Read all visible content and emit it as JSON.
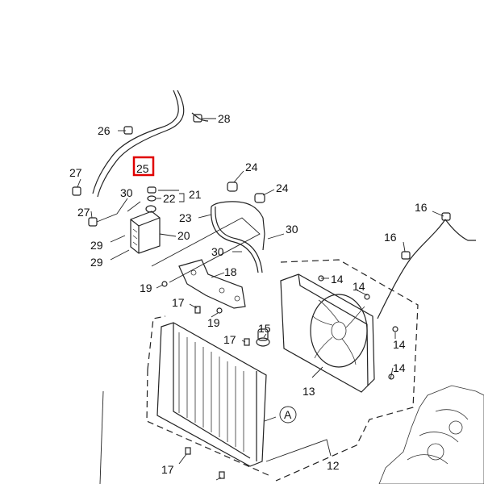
{
  "callouts": {
    "c28": "28",
    "c26": "26",
    "c25": "25",
    "c27a": "27",
    "c27b": "27",
    "c30a": "30",
    "c22": "22",
    "c21": "21",
    "c24a": "24",
    "c24b": "24",
    "c23": "23",
    "c20": "20",
    "c29a": "29",
    "c29b": "29",
    "c30b": "30",
    "c30c": "30",
    "c16a": "16",
    "c16b": "16",
    "c18": "18",
    "c14a": "14",
    "c14b": "14",
    "c14c": "14",
    "c14d": "14",
    "c19a": "19",
    "c19b": "19",
    "c17a": "17",
    "c17b": "17",
    "c17c": "17",
    "c15": "15",
    "c13": "13",
    "c12": "12",
    "ref_a": "A"
  },
  "highlighted_part": "25",
  "colors": {
    "highlight": "#e00000",
    "line": "#222222"
  }
}
